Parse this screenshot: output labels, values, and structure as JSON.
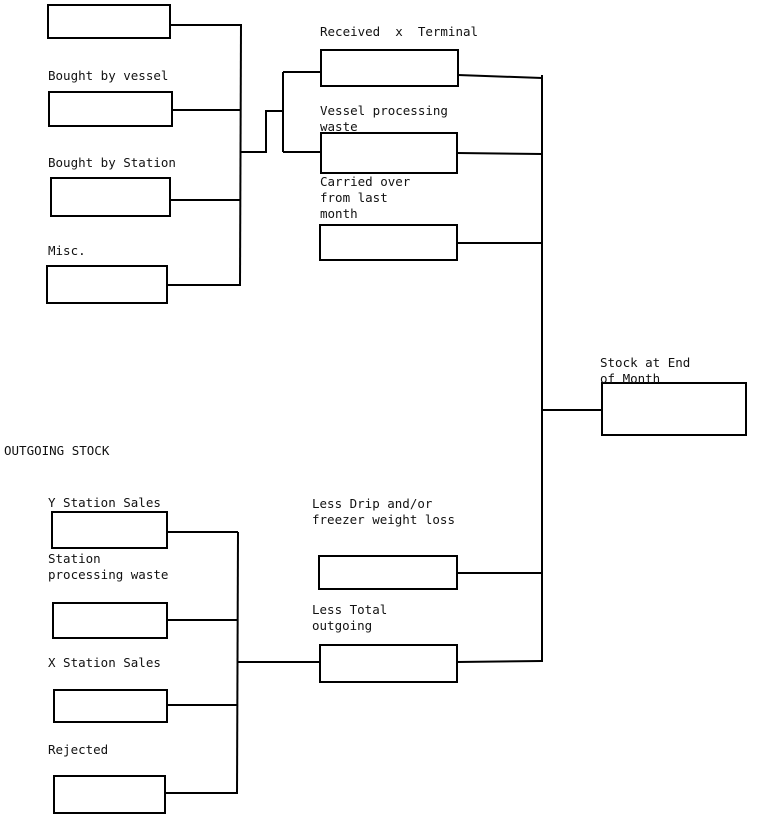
{
  "incoming": {
    "sources": [
      {
        "label": ""
      },
      {
        "label": "Bought by vessel"
      },
      {
        "label": "Bought by Station"
      },
      {
        "label": "Misc."
      }
    ],
    "received": "Received  x  Terminal",
    "vessel_waste": "Vessel processing\nwaste",
    "carried_over": "Carried over\nfrom last\nmonth"
  },
  "result": {
    "stock_end": "Stock at End\nof Month"
  },
  "outgoing": {
    "heading": "OUTGOING STOCK",
    "items": [
      {
        "label": "Y Station Sales"
      },
      {
        "label": "Station\nprocessing waste"
      },
      {
        "label": "X Station Sales"
      },
      {
        "label": "Rejected"
      }
    ],
    "drip_loss": "Less Drip and/or\nfreezer weight loss",
    "total_outgoing": "Less Total\noutgoing"
  }
}
